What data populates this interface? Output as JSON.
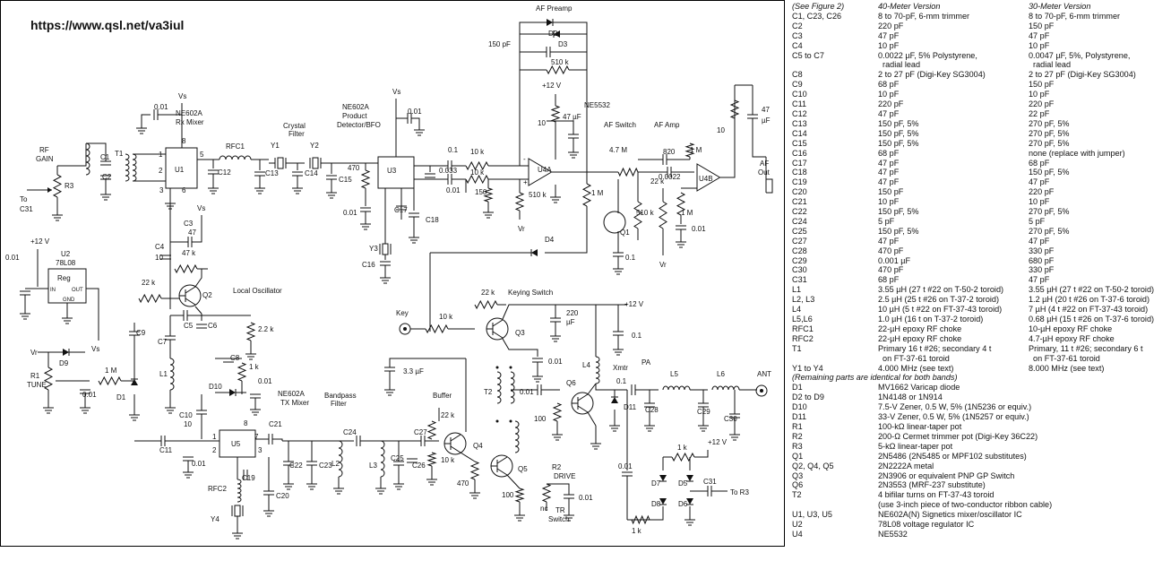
{
  "url": "https://www.qsl.net/va3iul",
  "schematic": {
    "labels": [
      {
        "id": "af-preamp",
        "text": "AF Preamp"
      },
      {
        "id": "d2",
        "text": "D2"
      },
      {
        "id": "d3",
        "text": "D3"
      },
      {
        "id": "c150pf",
        "text": "150 pF"
      },
      {
        "id": "r510k-top",
        "text": "510 k"
      },
      {
        "id": "vs-u1",
        "text": "Vs"
      },
      {
        "id": "c001-u1",
        "text": "0.01"
      },
      {
        "id": "ne602a-rx",
        "text": "NE602A"
      },
      {
        "id": "rx-mixer",
        "text": "Rx Mixer"
      },
      {
        "id": "rf-gain",
        "text": "RF"
      },
      {
        "id": "rf-gain2",
        "text": "GAIN"
      },
      {
        "id": "c1",
        "text": "C1"
      },
      {
        "id": "c2",
        "text": "C2"
      },
      {
        "id": "t1",
        "text": "T1"
      },
      {
        "id": "r3",
        "text": "R3"
      },
      {
        "id": "to-c31",
        "text": "To"
      },
      {
        "id": "to-c31b",
        "text": "C31"
      },
      {
        "id": "u1",
        "text": "U1"
      },
      {
        "id": "rfc1",
        "text": "RFC1"
      },
      {
        "id": "c12",
        "text": "C12"
      },
      {
        "id": "c13",
        "text": "C13"
      },
      {
        "id": "y1",
        "text": "Y1"
      },
      {
        "id": "y2",
        "text": "Y2"
      },
      {
        "id": "crystal",
        "text": "Crystal"
      },
      {
        "id": "filter",
        "text": "Filter"
      },
      {
        "id": "c14",
        "text": "C14"
      },
      {
        "id": "c15",
        "text": "C15"
      },
      {
        "id": "ne602a-prod",
        "text": "NE602A"
      },
      {
        "id": "product",
        "text": "Product"
      },
      {
        "id": "detbfo",
        "text": "Detector/BFO"
      },
      {
        "id": "vs-u3",
        "text": "Vs"
      },
      {
        "id": "c001-u3",
        "text": "0.01"
      },
      {
        "id": "r470",
        "text": "470"
      },
      {
        "id": "u3",
        "text": "U3"
      },
      {
        "id": "c001-b",
        "text": "0.01"
      },
      {
        "id": "c17",
        "text": "C17"
      },
      {
        "id": "c18",
        "text": "C18"
      },
      {
        "id": "y3",
        "text": "Y3"
      },
      {
        "id": "c16",
        "text": "C16"
      },
      {
        "id": "c01",
        "text": "0.1"
      },
      {
        "id": "c0033",
        "text": "0.033"
      },
      {
        "id": "c001-c",
        "text": "0.01"
      },
      {
        "id": "r10k-a",
        "text": "10 k"
      },
      {
        "id": "r10k-b",
        "text": "10 k"
      },
      {
        "id": "r150",
        "text": "150"
      },
      {
        "id": "r510k-b",
        "text": "510 k"
      },
      {
        "id": "vr-a",
        "text": "Vr"
      },
      {
        "id": "u4a",
        "text": "U4A"
      },
      {
        "id": "plus12-a",
        "text": "+12 V"
      },
      {
        "id": "r10",
        "text": "10"
      },
      {
        "id": "c47uf",
        "text": "47 µF"
      },
      {
        "id": "ne5532",
        "text": "NE5532"
      },
      {
        "id": "af-switch",
        "text": "AF Switch"
      },
      {
        "id": "r47m",
        "text": "4.7 M"
      },
      {
        "id": "r1m-a",
        "text": "1 M"
      },
      {
        "id": "q1",
        "text": "Q1"
      },
      {
        "id": "r510k-c",
        "text": "510 k"
      },
      {
        "id": "af-amp",
        "text": "AF Amp"
      },
      {
        "id": "c820",
        "text": "820"
      },
      {
        "id": "r1m-b",
        "text": "1 M"
      },
      {
        "id": "c00022",
        "text": "0.0022"
      },
      {
        "id": "r22k-a",
        "text": "22 k"
      },
      {
        "id": "u4b",
        "text": "U4B"
      },
      {
        "id": "r1m-c",
        "text": "1 M"
      },
      {
        "id": "vr-b",
        "text": "Vr"
      },
      {
        "id": "c001-d",
        "text": "0.01"
      },
      {
        "id": "c47-out",
        "text": "47"
      },
      {
        "id": "uf-out",
        "text": "µF"
      },
      {
        "id": "r10-out",
        "text": "10"
      },
      {
        "id": "af-out",
        "text": "AF"
      },
      {
        "id": "af-out2",
        "text": "Out"
      },
      {
        "id": "d4",
        "text": "D4"
      },
      {
        "id": "c01-b",
        "text": "0.1"
      },
      {
        "id": "plus12-b",
        "text": "+12 V"
      },
      {
        "id": "u2",
        "text": "U2"
      },
      {
        "id": "u2-78l08",
        "text": "78L08"
      },
      {
        "id": "reg",
        "text": "Reg"
      },
      {
        "id": "in",
        "text": "IN"
      },
      {
        "id": "out",
        "text": "OUT"
      },
      {
        "id": "gnd",
        "text": "GND"
      },
      {
        "id": "c001-e",
        "text": "0.01"
      },
      {
        "id": "vs-c3",
        "text": "Vs"
      },
      {
        "id": "c3",
        "text": "C3"
      },
      {
        "id": "c47",
        "text": "47"
      },
      {
        "id": "c4",
        "text": "C4"
      },
      {
        "id": "c10",
        "text": "10"
      },
      {
        "id": "r47k",
        "text": "47 k"
      },
      {
        "id": "r22k-b",
        "text": "22 k"
      },
      {
        "id": "q2",
        "text": "Q2"
      },
      {
        "id": "local-osc",
        "text": "Local Oscillator"
      },
      {
        "id": "c5",
        "text": "C5"
      },
      {
        "id": "c6",
        "text": "C6"
      },
      {
        "id": "c7",
        "text": "C7"
      },
      {
        "id": "c9",
        "text": "C9"
      },
      {
        "id": "l1",
        "text": "L1"
      },
      {
        "id": "r22k-c",
        "text": "2.2 k"
      },
      {
        "id": "c8",
        "text": "C8"
      },
      {
        "id": "vr-c",
        "text": "Vr"
      },
      {
        "id": "vs-d9",
        "text": "Vs"
      },
      {
        "id": "d9",
        "text": "D9"
      },
      {
        "id": "r1",
        "text": "R1"
      },
      {
        "id": "tune",
        "text": "TUNE"
      },
      {
        "id": "r1m-d",
        "text": "1 M"
      },
      {
        "id": "c001-f",
        "text": "0.01"
      },
      {
        "id": "d1",
        "text": "D1"
      },
      {
        "id": "r1k",
        "text": "1 k"
      },
      {
        "id": "d10",
        "text": "D10"
      },
      {
        "id": "c001-g",
        "text": "0.01"
      },
      {
        "id": "ne602a-tx",
        "text": "NE602A"
      },
      {
        "id": "tx-mixer",
        "text": "TX Mixer"
      },
      {
        "id": "c10b",
        "text": "C10"
      },
      {
        "id": "c10c",
        "text": "10"
      },
      {
        "id": "c11",
        "text": "C11"
      },
      {
        "id": "u5",
        "text": "U5"
      },
      {
        "id": "c001-h",
        "text": "0.01"
      },
      {
        "id": "c19",
        "text": "C19"
      },
      {
        "id": "rfc2",
        "text": "RFC2"
      },
      {
        "id": "c20",
        "text": "C20"
      },
      {
        "id": "y4",
        "text": "Y4"
      },
      {
        "id": "c21",
        "text": "C21"
      },
      {
        "id": "bandpass",
        "text": "Bandpass"
      },
      {
        "id": "bpfilter",
        "text": "Filter"
      },
      {
        "id": "c22",
        "text": "C22"
      },
      {
        "id": "c23",
        "text": "C23"
      },
      {
        "id": "l2",
        "text": "L2"
      },
      {
        "id": "c24",
        "text": "C24"
      },
      {
        "id": "l3",
        "text": "L3"
      },
      {
        "id": "c25",
        "text": "C25"
      },
      {
        "id": "c26",
        "text": "C26"
      },
      {
        "id": "c27",
        "text": "C27"
      },
      {
        "id": "key",
        "text": "Key"
      },
      {
        "id": "r10k-c",
        "text": "10 k"
      },
      {
        "id": "r22k-d",
        "text": "22 k"
      },
      {
        "id": "keying",
        "text": "Keying Switch"
      },
      {
        "id": "q3",
        "text": "Q3"
      },
      {
        "id": "plus12-c",
        "text": "+12 V"
      },
      {
        "id": "c220uf",
        "text": "220"
      },
      {
        "id": "c220uf2",
        "text": "µF"
      },
      {
        "id": "c33uf",
        "text": "3.3 µF"
      },
      {
        "id": "buffer",
        "text": "Buffer"
      },
      {
        "id": "r22k-e",
        "text": "22 k"
      },
      {
        "id": "q4",
        "text": "Q4"
      },
      {
        "id": "r10k-d",
        "text": "10 k"
      },
      {
        "id": "r470-b",
        "text": "470"
      },
      {
        "id": "t2",
        "text": "T2"
      },
      {
        "id": "c001-i",
        "text": "0.01"
      },
      {
        "id": "q5",
        "text": "Q5"
      },
      {
        "id": "r100",
        "text": "100"
      },
      {
        "id": "r2",
        "text": "R2"
      },
      {
        "id": "drive",
        "text": "DRIVE"
      },
      {
        "id": "nc",
        "text": "nc"
      },
      {
        "id": "c001-j",
        "text": "0.01"
      },
      {
        "id": "c01-c",
        "text": "0.1"
      },
      {
        "id": "l4",
        "text": "L4"
      },
      {
        "id": "xmtr",
        "text": "Xmtr"
      },
      {
        "id": "pa",
        "text": "PA"
      },
      {
        "id": "c001-k",
        "text": "0.01"
      },
      {
        "id": "r100-b",
        "text": "100"
      },
      {
        "id": "q6",
        "text": "Q6"
      },
      {
        "id": "c01-d",
        "text": "0.1"
      },
      {
        "id": "d11",
        "text": "D11"
      },
      {
        "id": "c28",
        "text": "C28"
      },
      {
        "id": "l5",
        "text": "L5"
      },
      {
        "id": "c29",
        "text": "C29"
      },
      {
        "id": "l6",
        "text": "L6"
      },
      {
        "id": "c30",
        "text": "C30"
      },
      {
        "id": "ant",
        "text": "ANT"
      },
      {
        "id": "r1k-b",
        "text": "1 k"
      },
      {
        "id": "plus12-d",
        "text": "+12 V"
      },
      {
        "id": "c001-l",
        "text": "0.01"
      },
      {
        "id": "d7",
        "text": "D7"
      },
      {
        "id": "d5",
        "text": "D5"
      },
      {
        "id": "c31",
        "text": "C31"
      },
      {
        "id": "to-r3",
        "text": "To R3"
      },
      {
        "id": "d8",
        "text": "D8"
      },
      {
        "id": "d6",
        "text": "D6"
      },
      {
        "id": "tr",
        "text": "TR"
      },
      {
        "id": "switch",
        "text": "Switch"
      },
      {
        "id": "r1k-c",
        "text": "1 k"
      }
    ]
  },
  "parts_list": {
    "header": {
      "col1": "(See Figure 2)",
      "col2": "40-Meter Version",
      "col3": "30-Meter Version"
    },
    "rows": [
      {
        "part": "C1, C23, C26",
        "v40": "8 to 70-pF, 6-mm trimmer",
        "v30": "8 to 70-pF, 6-mm trimmer"
      },
      {
        "part": "C2",
        "v40": "220 pF",
        "v30": "150 pF"
      },
      {
        "part": "C3",
        "v40": "47 pF",
        "v30": "47 pF"
      },
      {
        "part": "C4",
        "v40": "10 pF",
        "v30": "10 pF"
      },
      {
        "part": "C5 to C7",
        "v40": "0.0022 µF, 5% Polystyrene,",
        "v30": "0.0047 µF, 5%, Polystyrene,"
      },
      {
        "part": "",
        "v40": "  radial lead",
        "v30": "  radial lead"
      },
      {
        "part": "C8",
        "v40": "2 to 27 pF (Digi-Key SG3004)",
        "v30": "2 to 27 pF (Digi-Key SG3004)"
      },
      {
        "part": "C9",
        "v40": "68 pF",
        "v30": "150 pF"
      },
      {
        "part": "C10",
        "v40": "10 pF",
        "v30": "10 pF"
      },
      {
        "part": "C11",
        "v40": "220 pF",
        "v30": "220 pF"
      },
      {
        "part": "C12",
        "v40": "47 pF",
        "v30": "22 pF"
      },
      {
        "part": "C13",
        "v40": "150 pF, 5%",
        "v30": "270 pF, 5%"
      },
      {
        "part": "C14",
        "v40": "150 pF, 5%",
        "v30": "270 pF, 5%"
      },
      {
        "part": "C15",
        "v40": "150 pF, 5%",
        "v30": "270 pF, 5%"
      },
      {
        "part": "C16",
        "v40": "68 pF",
        "v30": "none (replace with jumper)"
      },
      {
        "part": "C17",
        "v40": "47 pF",
        "v30": "68 pF"
      },
      {
        "part": "C18",
        "v40": "47 pF",
        "v30": "150 pF, 5%"
      },
      {
        "part": "C19",
        "v40": "47 pF",
        "v30": "47 pF"
      },
      {
        "part": "C20",
        "v40": "150 pF",
        "v30": "220 pF"
      },
      {
        "part": "C21",
        "v40": "10 pF",
        "v30": "10 pF"
      },
      {
        "part": "C22",
        "v40": "150 pF, 5%",
        "v30": "270 pF, 5%"
      },
      {
        "part": "C24",
        "v40": "5 pF",
        "v30": "5 pF"
      },
      {
        "part": "C25",
        "v40": "150 pF, 5%",
        "v30": "270 pF, 5%"
      },
      {
        "part": "C27",
        "v40": "47 pF",
        "v30": "47 pF"
      },
      {
        "part": "C28",
        "v40": "470 pF",
        "v30": "330 pF"
      },
      {
        "part": "C29",
        "v40": "0.001 µF",
        "v30": "680 pF"
      },
      {
        "part": "C30",
        "v40": "470 pF",
        "v30": "330 pF"
      },
      {
        "part": "C31",
        "v40": "68 pF",
        "v30": "47 pF"
      },
      {
        "part": "L1",
        "v40": "3.55 µH (27 t #22 on T-50-2 toroid)",
        "v30": "3.55 µH (27 t #22 on T-50-2 toroid)"
      },
      {
        "part": "L2, L3",
        "v40": "2.5 µH (25 t #26 on T-37-2 toroid)",
        "v30": "1.2 µH (20 t #26 on T-37-6 toroid)"
      },
      {
        "part": "L4",
        "v40": "10 µH (5 t #22 on FT-37-43 toroid)",
        "v30": "7 µH (4 t #22 on FT-37-43 toroid)"
      },
      {
        "part": "L5,L6",
        "v40": "1.0 µH (16 t on T-37-2 toroid)",
        "v30": "0.68 µH (15 t #26 on T-37-6 toroid)"
      },
      {
        "part": "RFC1",
        "v40": "22-µH epoxy RF choke",
        "v30": "10-µH epoxy RF choke"
      },
      {
        "part": "RFC2",
        "v40": "22-µH epoxy RF choke",
        "v30": "4.7-µH epoxy RF choke"
      },
      {
        "part": "T1",
        "v40": "Primary 16 t #26; secondary 4 t",
        "v30": "Primary, 11 t #26; secondary 6 t"
      },
      {
        "part": "",
        "v40": "  on FT-37-61 toroid",
        "v30": "  on FT-37-61 toroid"
      },
      {
        "part": "Y1 to Y4",
        "v40": "4.000 MHz (see text)",
        "v30": "8.000 MHz (see text)"
      }
    ],
    "remaining_header": "(Remaining parts are identical for both bands)",
    "remaining": [
      {
        "part": "D1",
        "desc": "MV1662 Varicap diode"
      },
      {
        "part": "D2 to D9",
        "desc": "1N4148 or 1N914"
      },
      {
        "part": "D10",
        "desc": "7.5-V Zener, 0.5 W, 5% (1N5236 or equiv.)"
      },
      {
        "part": "D11",
        "desc": "33-V Zener, 0.5 W, 5% (1N5257 or equiv.)"
      },
      {
        "part": "R1",
        "desc": "100-kΩ linear-taper pot"
      },
      {
        "part": "R2",
        "desc": "200-Ω Cermet trimmer pot (Digi-Key 36C22)"
      },
      {
        "part": "R3",
        "desc": "5-kΩ linear-taper pot"
      },
      {
        "part": "Q1",
        "desc": "2N5486 (2N5485 or MPF102 substitutes)"
      },
      {
        "part": "Q2, Q4, Q5",
        "desc": "2N2222A metal"
      },
      {
        "part": "Q3",
        "desc": "2N3906 or equivalent PNP GP Switch"
      },
      {
        "part": "Q6",
        "desc": "2N3553 (MRF-237 substitute)"
      },
      {
        "part": "T2",
        "desc": "4 bifilar turns on FT-37-43 toroid"
      },
      {
        "part": "",
        "desc": "(use 3-inch piece of two-conductor ribbon cable)"
      },
      {
        "part": "U1, U3, U5",
        "desc": "NE602A(N) Signetics mixer/oscillator IC"
      },
      {
        "part": "U2",
        "desc": "78L08 voltage regulator IC"
      },
      {
        "part": "U4",
        "desc": "NE5532"
      }
    ]
  }
}
